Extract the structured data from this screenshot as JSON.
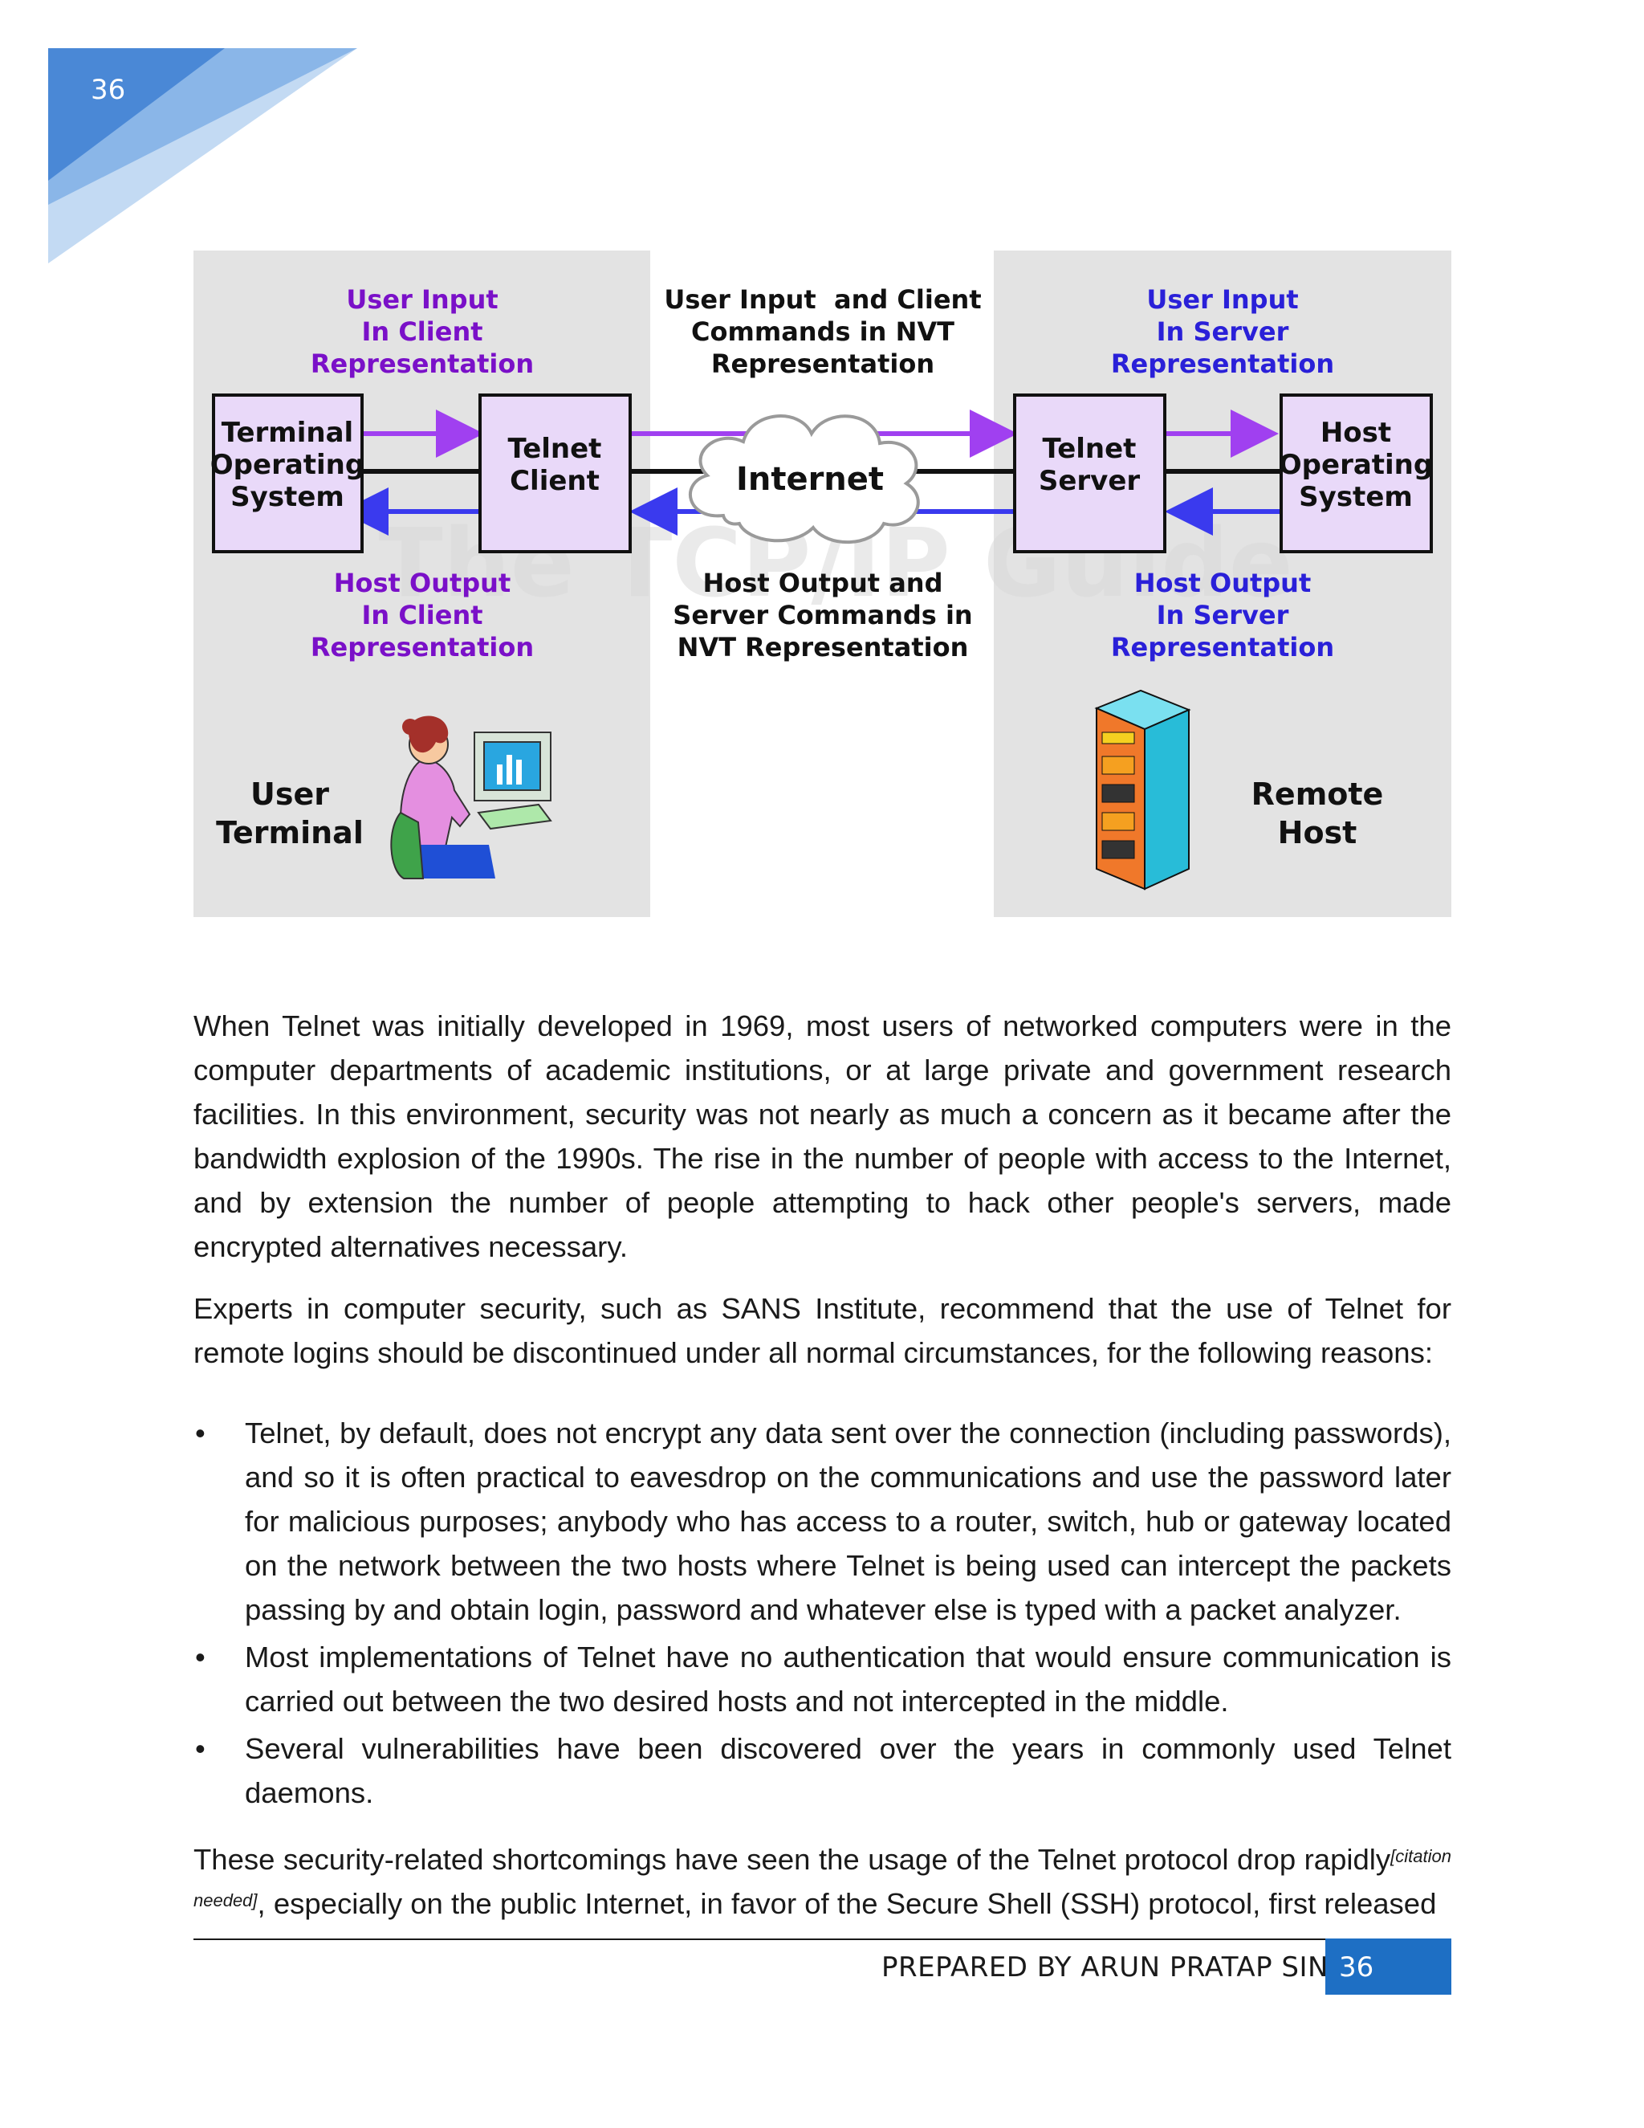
{
  "header": {
    "page_number": "36"
  },
  "figure": {
    "watermark": "The TCP/IP Guide",
    "left_panel": {
      "top_caption": [
        "User Input",
        "In Client",
        "Representation"
      ],
      "bottom_caption": [
        "Host Output",
        "In Client",
        "Representation"
      ],
      "box1": [
        "Terminal",
        "Operating",
        "System"
      ],
      "box2": [
        "Telnet",
        "Client"
      ],
      "label": [
        "User",
        "Terminal"
      ]
    },
    "middle": {
      "top_caption": [
        "User Input  and Client",
        "Commands in NVT",
        "Representation"
      ],
      "cloud": "Internet",
      "bottom_caption": [
        "Host Output and",
        "Server Commands in",
        "NVT Representation"
      ]
    },
    "right_panel": {
      "top_caption": [
        "User Input",
        "In Server",
        "Representation"
      ],
      "bottom_caption": [
        "Host Output",
        "In Server",
        "Representation"
      ],
      "box1": [
        "Telnet",
        "Server"
      ],
      "box2": [
        "Host",
        "Operating",
        "System"
      ],
      "label": [
        "Remote",
        "Host"
      ]
    },
    "colors": {
      "panel": "#e3e3e3",
      "box": "#e9d9f9",
      "purple_text": "#7a10c8",
      "blue_text": "#2a20d8",
      "input_arrow": "#a040f0",
      "output_arrow": "#3a3aee"
    }
  },
  "body": {
    "para1": "When Telnet was initially developed in 1969, most users of networked computers were in the computer departments of academic institutions, or at large private and government research facilities. In this environment, security was not nearly as much a concern as it became after the bandwidth explosion of the 1990s. The rise in the number of people with access to the Internet, and by extension the number of people attempting to hack other people's servers, made encrypted alternatives necessary.",
    "para2": "Experts in computer security, such as SANS Institute, recommend that the use of Telnet for remote logins should be discontinued under all normal circumstances, for the following reasons:",
    "bullet_symbol": "•",
    "bullets": [
      "Telnet, by default, does not encrypt any data sent over the connection (including passwords), and so it is often practical to eavesdrop on the communications and use the password later for malicious purposes; anybody who has access to a router, switch, hub or gateway located on the network between the two hosts where Telnet is being used can intercept the packets passing by and obtain login, password and whatever else is typed with a packet analyzer.",
      "Most implementations of Telnet have no authentication that would ensure communication is carried out between the two desired hosts and not intercepted in the middle.",
      "Several vulnerabilities have been discovered over the years in commonly used Telnet daemons."
    ],
    "para3_start": "These security-related shortcomings have seen the usage of the Telnet protocol drop rapidly",
    "citation": "[citation needed]",
    "para3_end": ", especially on the public Internet, in favor of the Secure Shell (SSH) protocol, first released"
  },
  "footer": {
    "text": "PREPARED BY ARUN PRATAP SINGH",
    "page_number": "36"
  }
}
